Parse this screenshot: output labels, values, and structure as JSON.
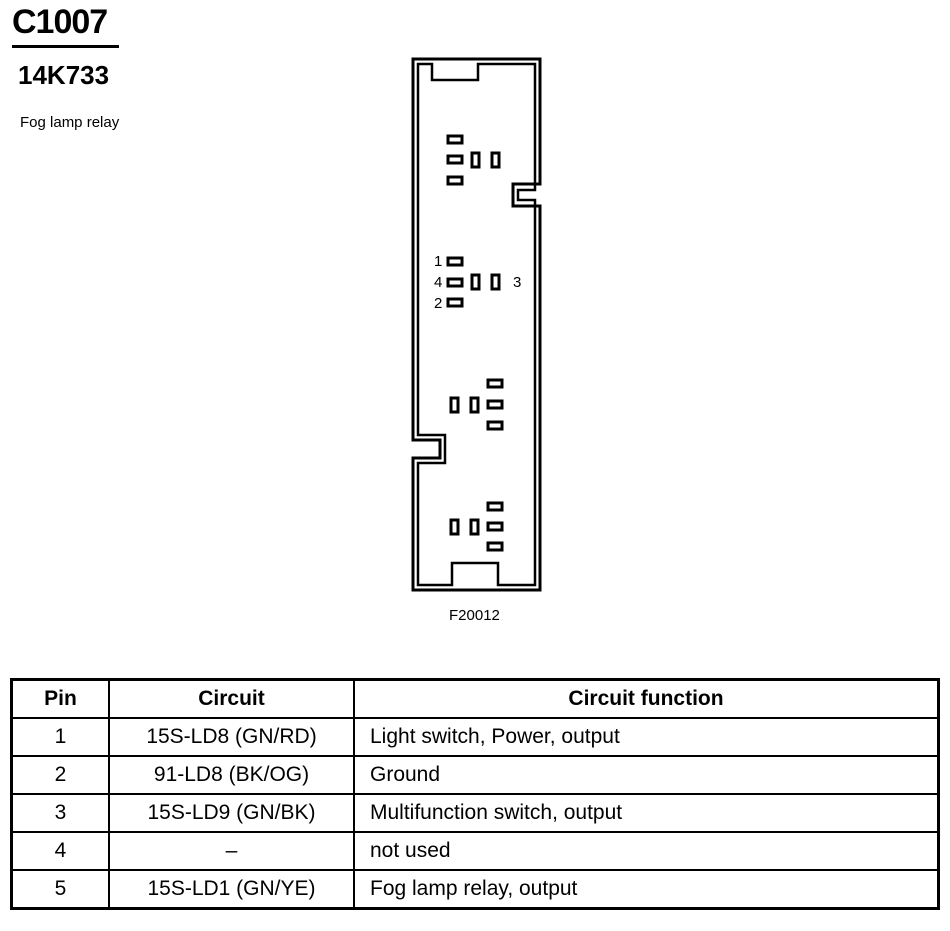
{
  "header": {
    "connector_id": "C1007",
    "part_number": "14K733",
    "component_name": "Fog lamp relay"
  },
  "diagram": {
    "pin_labels": [
      "1",
      "4",
      "2",
      "3"
    ],
    "figure_id": "F20012"
  },
  "table": {
    "headers": {
      "pin": "Pin",
      "circuit": "Circuit",
      "function": "Circuit function"
    },
    "rows": [
      {
        "pin": "1",
        "circuit": "15S-LD8 (GN/RD)",
        "function": "Light switch, Power, output"
      },
      {
        "pin": "2",
        "circuit": "91-LD8 (BK/OG)",
        "function": "Ground"
      },
      {
        "pin": "3",
        "circuit": "15S-LD9 (GN/BK)",
        "function": "Multifunction switch, output"
      },
      {
        "pin": "4",
        "circuit": "–",
        "function": "not used"
      },
      {
        "pin": "5",
        "circuit": "15S-LD1 (GN/YE)",
        "function": "Fog lamp relay, output"
      }
    ]
  }
}
